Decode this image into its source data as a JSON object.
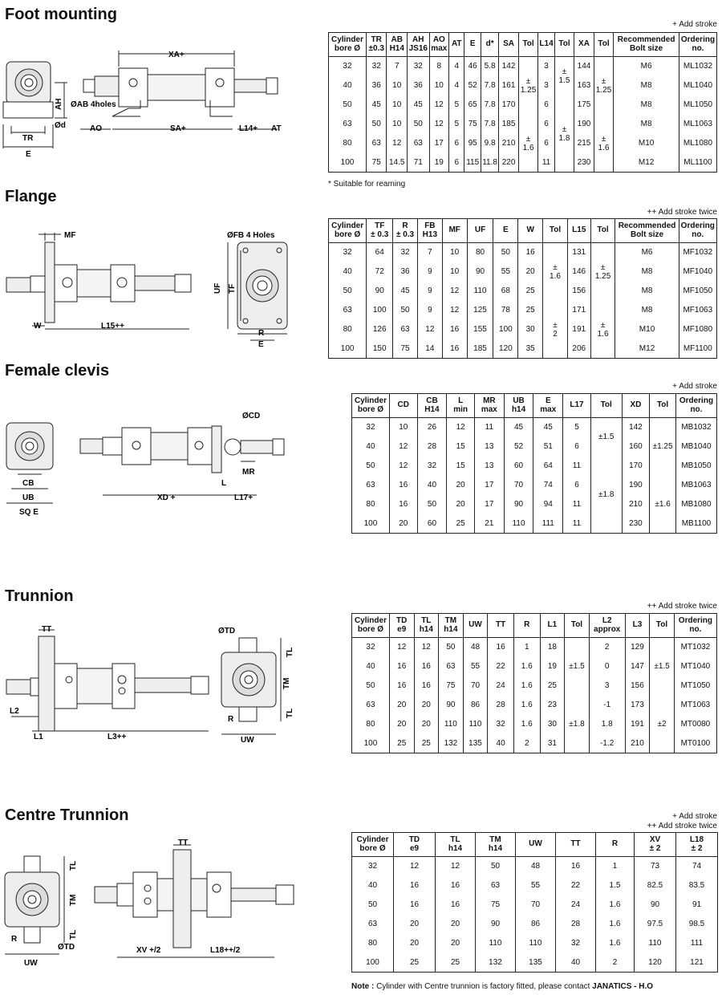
{
  "sections": {
    "foot": {
      "title": "Foot mounting",
      "note_top": "+ Add stroke",
      "footnote": "* Suitable for reaming",
      "labels": [
        "XA+",
        "AH",
        "ØAB 4holes",
        "Ød",
        "TR",
        "E",
        "AO",
        "SA+",
        "L14+",
        "AT"
      ],
      "headers": [
        [
          "Cylinder",
          "bore Ø"
        ],
        [
          "TR",
          "±0.3"
        ],
        [
          "AB",
          "H14"
        ],
        [
          "AH",
          "JS16"
        ],
        [
          "AO",
          "max"
        ],
        [
          "AT"
        ],
        [
          "E"
        ],
        [
          "d*"
        ],
        [
          "SA"
        ],
        [
          "Tol"
        ],
        [
          "L14"
        ],
        [
          "Tol"
        ],
        [
          "XA"
        ],
        [
          "Tol"
        ],
        [
          "Recommended",
          "Bolt size"
        ],
        [
          "Ordering",
          "no."
        ]
      ],
      "rows": [
        [
          "32",
          "32",
          "7",
          "32",
          "8",
          "4",
          "46",
          "5.8",
          "142",
          "",
          "3",
          "",
          "144",
          "",
          "M6",
          "ML1032"
        ],
        [
          "40",
          "36",
          "10",
          "36",
          "10",
          "4",
          "52",
          "7.8",
          "161",
          "",
          "3",
          "",
          "163",
          "",
          "M8",
          "ML1040"
        ],
        [
          "50",
          "45",
          "10",
          "45",
          "12",
          "5",
          "65",
          "7.8",
          "170",
          "",
          "6",
          "",
          "175",
          "",
          "M8",
          "ML1050"
        ],
        [
          "63",
          "50",
          "10",
          "50",
          "12",
          "5",
          "75",
          "7.8",
          "185",
          "",
          "6",
          "",
          "190",
          "",
          "M8",
          "ML1063"
        ],
        [
          "80",
          "63",
          "12",
          "63",
          "17",
          "6",
          "95",
          "9.8",
          "210",
          "",
          "6",
          "",
          "215",
          "",
          "M10",
          "ML1080"
        ],
        [
          "100",
          "75",
          "14.5",
          "71",
          "19",
          "6",
          "115",
          "11.8",
          "220",
          "",
          "11",
          "",
          "230",
          "",
          "M12",
          "ML1100"
        ]
      ],
      "tol": {
        "sa_a": "± 1.25",
        "sa_b": "± 1.6",
        "l14_a": "± 1.5",
        "l14_b": "± 1.8",
        "xa_a": "± 1.25",
        "xa_b": "± 1.6"
      }
    },
    "flange": {
      "title": "Flange",
      "note_top": "++ Add stroke twice",
      "labels": [
        "MF",
        "ØFB 4 Holes",
        "UF",
        "TF",
        "W",
        "L15++",
        "R",
        "E"
      ],
      "headers": [
        [
          "Cylinder",
          "bore Ø"
        ],
        [
          "TF",
          "± 0.3"
        ],
        [
          "R",
          "± 0.3"
        ],
        [
          "FB",
          "H13"
        ],
        [
          "MF"
        ],
        [
          "UF"
        ],
        [
          "E"
        ],
        [
          "W"
        ],
        [
          "Tol"
        ],
        [
          "L15"
        ],
        [
          "Tol"
        ],
        [
          "Recommended",
          "Bolt size"
        ],
        [
          "Ordering",
          "no."
        ]
      ],
      "rows": [
        [
          "32",
          "64",
          "32",
          "7",
          "10",
          "80",
          "50",
          "16",
          "",
          "131",
          "",
          "M6",
          "MF1032"
        ],
        [
          "40",
          "72",
          "36",
          "9",
          "10",
          "90",
          "55",
          "20",
          "",
          "146",
          "",
          "M8",
          "MF1040"
        ],
        [
          "50",
          "90",
          "45",
          "9",
          "12",
          "110",
          "68",
          "25",
          "",
          "156",
          "",
          "M8",
          "MF1050"
        ],
        [
          "63",
          "100",
          "50",
          "9",
          "12",
          "125",
          "78",
          "25",
          "",
          "171",
          "",
          "M8",
          "MF1063"
        ],
        [
          "80",
          "126",
          "63",
          "12",
          "16",
          "155",
          "100",
          "30",
          "",
          "191",
          "",
          "M10",
          "MF1080"
        ],
        [
          "100",
          "150",
          "75",
          "14",
          "16",
          "185",
          "120",
          "35",
          "",
          "206",
          "",
          "M12",
          "MF1100"
        ]
      ],
      "tol": {
        "w_a": "± 1.6",
        "w_b": "± 2",
        "l15_a": "± 1.25",
        "l15_b": "± 1.6"
      }
    },
    "clevis": {
      "title": "Female clevis",
      "note_top": "+ Add stroke",
      "labels": [
        "ØCD",
        "MR",
        "L",
        "CB",
        "UB",
        "SQ E",
        "XD +",
        "L17+"
      ],
      "headers": [
        [
          "Cylinder",
          "bore Ø"
        ],
        [
          "CD"
        ],
        [
          "CB",
          "H14"
        ],
        [
          "L",
          "min"
        ],
        [
          "MR",
          "max"
        ],
        [
          "UB",
          "h14"
        ],
        [
          "E",
          "max"
        ],
        [
          "L17"
        ],
        [
          "Tol"
        ],
        [
          "XD"
        ],
        [
          "Tol"
        ],
        [
          "Ordering",
          "no."
        ]
      ],
      "rows": [
        [
          "32",
          "10",
          "26",
          "12",
          "11",
          "45",
          "45",
          "5",
          "",
          "142",
          "",
          "MB1032"
        ],
        [
          "40",
          "12",
          "28",
          "15",
          "13",
          "52",
          "51",
          "6",
          "",
          "160",
          "",
          "MB1040"
        ],
        [
          "50",
          "12",
          "32",
          "15",
          "13",
          "60",
          "64",
          "11",
          "",
          "170",
          "",
          "MB1050"
        ],
        [
          "63",
          "16",
          "40",
          "20",
          "17",
          "70",
          "74",
          "6",
          "",
          "190",
          "",
          "MB1063"
        ],
        [
          "80",
          "16",
          "50",
          "20",
          "17",
          "90",
          "94",
          "11",
          "",
          "210",
          "",
          "MB1080"
        ],
        [
          "100",
          "20",
          "60",
          "25",
          "21",
          "110",
          "111",
          "11",
          "",
          "230",
          "",
          "MB1100"
        ]
      ],
      "tol": {
        "l17_a": "±1.5",
        "l17_b": "±1.8",
        "xd_a": "±1.25",
        "xd_b": "±1.6"
      }
    },
    "trunnion": {
      "title": "Trunnion",
      "note_top": "++ Add stroke twice",
      "labels": [
        "TT",
        "ØTD",
        "TL",
        "TM",
        "TL",
        "L2",
        "L1",
        "L3++",
        "R",
        "UW"
      ],
      "headers": [
        [
          "Cylinder",
          "bore Ø"
        ],
        [
          "TD",
          "e9"
        ],
        [
          "TL",
          "h14"
        ],
        [
          "TM",
          "h14"
        ],
        [
          "UW"
        ],
        [
          "TT"
        ],
        [
          "R"
        ],
        [
          "L1"
        ],
        [
          "Tol"
        ],
        [
          "L2",
          "approx"
        ],
        [
          "L3"
        ],
        [
          "Tol"
        ],
        [
          "Ordering",
          "no."
        ]
      ],
      "rows": [
        [
          "32",
          "12",
          "12",
          "50",
          "48",
          "16",
          "1",
          "18",
          "",
          "2",
          "129",
          "",
          "MT1032"
        ],
        [
          "40",
          "16",
          "16",
          "63",
          "55",
          "22",
          "1.6",
          "19",
          "",
          "0",
          "147",
          "",
          "MT1040"
        ],
        [
          "50",
          "16",
          "16",
          "75",
          "70",
          "24",
          "1.6",
          "25",
          "",
          "3",
          "156",
          "",
          "MT1050"
        ],
        [
          "63",
          "20",
          "20",
          "90",
          "86",
          "28",
          "1.6",
          "23",
          "",
          "-1",
          "173",
          "",
          "MT1063"
        ],
        [
          "80",
          "20",
          "20",
          "110",
          "110",
          "32",
          "1.6",
          "30",
          "",
          "1.8",
          "191",
          "",
          "MT0080"
        ],
        [
          "100",
          "25",
          "25",
          "132",
          "135",
          "40",
          "2",
          "31",
          "",
          "-1.2",
          "210",
          "",
          "MT0100"
        ]
      ],
      "tol": {
        "l1_a": "±1.5",
        "l1_b": "±1.8",
        "l3_a": "±1.5",
        "l3_b": "±2"
      }
    },
    "centre": {
      "title": "Centre Trunnion",
      "note_top_1": "+ Add stroke",
      "note_top_2": "++ Add stroke twice",
      "labels": [
        "TL",
        "TM",
        "TL",
        "R",
        "ØTD",
        "UW",
        "TT",
        "XV +/2",
        "L18++/2"
      ],
      "headers": [
        [
          "Cylinder",
          "bore Ø"
        ],
        [
          "TD",
          "e9"
        ],
        [
          "TL",
          "h14"
        ],
        [
          "TM",
          "h14"
        ],
        [
          "UW"
        ],
        [
          "TT"
        ],
        [
          "R"
        ],
        [
          "XV",
          "± 2"
        ],
        [
          "L18",
          "± 2"
        ]
      ],
      "rows": [
        [
          "32",
          "12",
          "12",
          "50",
          "48",
          "16",
          "1",
          "73",
          "74"
        ],
        [
          "40",
          "16",
          "16",
          "63",
          "55",
          "22",
          "1.5",
          "82.5",
          "83.5"
        ],
        [
          "50",
          "16",
          "16",
          "75",
          "70",
          "24",
          "1.6",
          "90",
          "91"
        ],
        [
          "63",
          "20",
          "20",
          "90",
          "86",
          "28",
          "1.6",
          "97.5",
          "98.5"
        ],
        [
          "80",
          "20",
          "20",
          "110",
          "110",
          "32",
          "1.6",
          "110",
          "111"
        ],
        [
          "100",
          "25",
          "25",
          "132",
          "135",
          "40",
          "2",
          "120",
          "121"
        ]
      ],
      "note_prefix": "Note :",
      "note_text": " Cylinder with Centre trunnion is factory fitted, please contact ",
      "note_bold": "JANATICS - H.O"
    }
  }
}
